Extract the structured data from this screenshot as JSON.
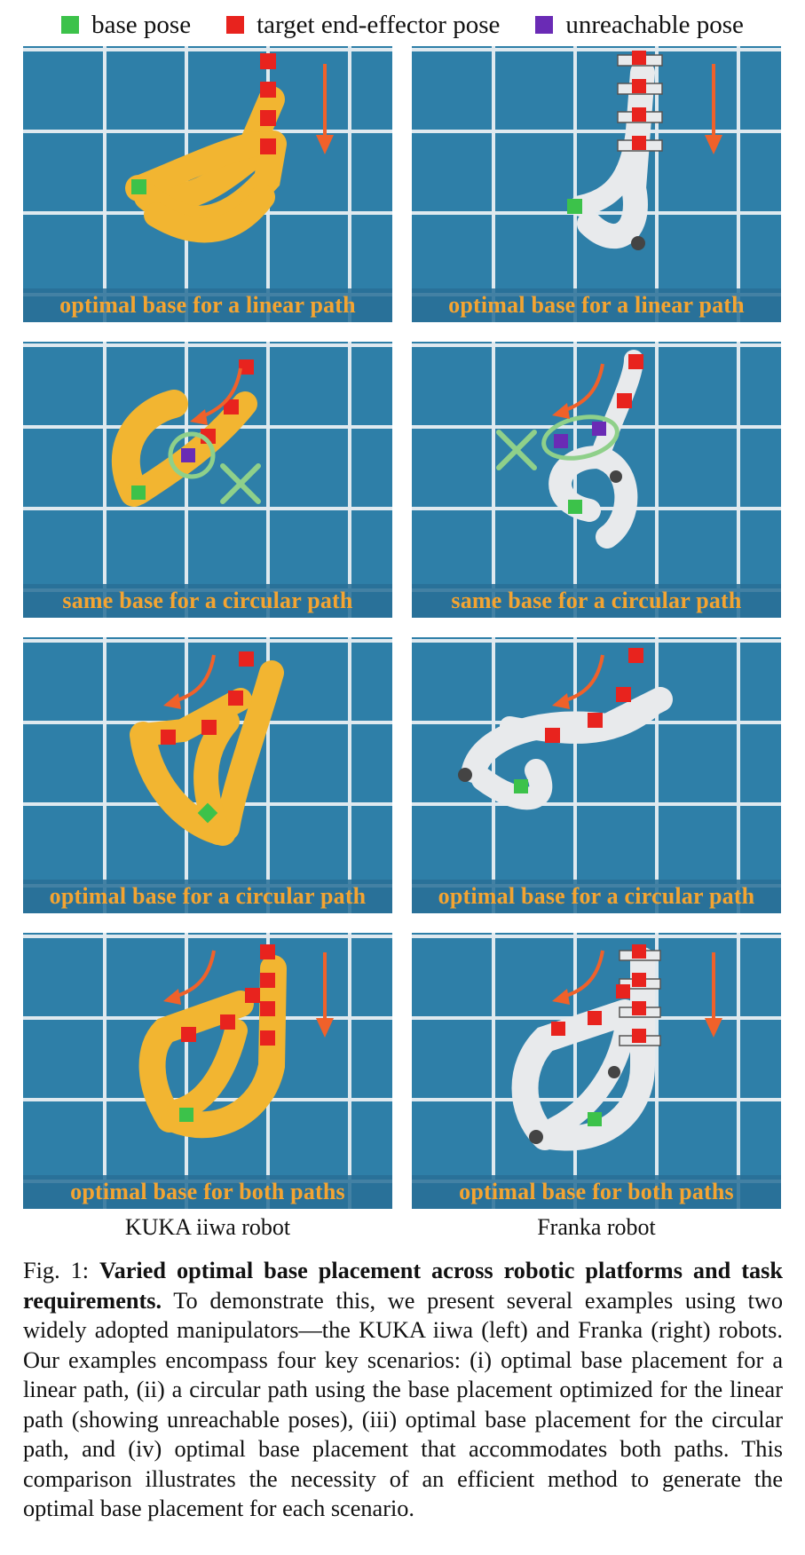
{
  "legend": [
    {
      "label": "base pose",
      "color": "#3cc24a"
    },
    {
      "label": "target end-effector pose",
      "color": "#e8231e"
    },
    {
      "label": "unreachable pose",
      "color": "#6a2bb5"
    }
  ],
  "panels": [
    {
      "caption": "optimal base for a linear path",
      "robot": "kuka"
    },
    {
      "caption": "optimal base for a linear path",
      "robot": "franka"
    },
    {
      "caption": "same base for a circular path",
      "robot": "kuka"
    },
    {
      "caption": "same base for a circular path",
      "robot": "franka"
    },
    {
      "caption": "optimal base for a circular path",
      "robot": "kuka"
    },
    {
      "caption": "optimal base for a circular path",
      "robot": "franka"
    },
    {
      "caption": "optimal base for both paths",
      "robot": "kuka"
    },
    {
      "caption": "optimal base for both paths",
      "robot": "franka"
    }
  ],
  "robot_labels": {
    "left": "KUKA iiwa robot",
    "right": "Franka robot"
  },
  "figure_caption": {
    "prefix": "Fig. 1: ",
    "bold": "Varied optimal base placement across robotic platforms and task requirements.",
    "body": " To demonstrate this, we present several examples using two widely adopted manipulators—the KUKA iiwa (left) and Franka (right) robots. Our examples encompass four key scenarios: (i) optimal base placement for a linear path, (ii) a circular path using the base placement optimized for the linear path (showing unreachable poses), (iii) optimal base placement for the circular path, and (iv) optimal base placement that accommodates both paths. This comparison illustrates the necessity of an efficient method to generate the optimal base placement for each scenario."
  },
  "colors": {
    "background": "#2e7fa8",
    "grid": "#dfe9ef",
    "caption_text": "#f4a431",
    "arrow": "#f0612a",
    "kuka_link": "#f2b531",
    "franka_link": "#e8eaec",
    "ring": "#8fd08a"
  }
}
